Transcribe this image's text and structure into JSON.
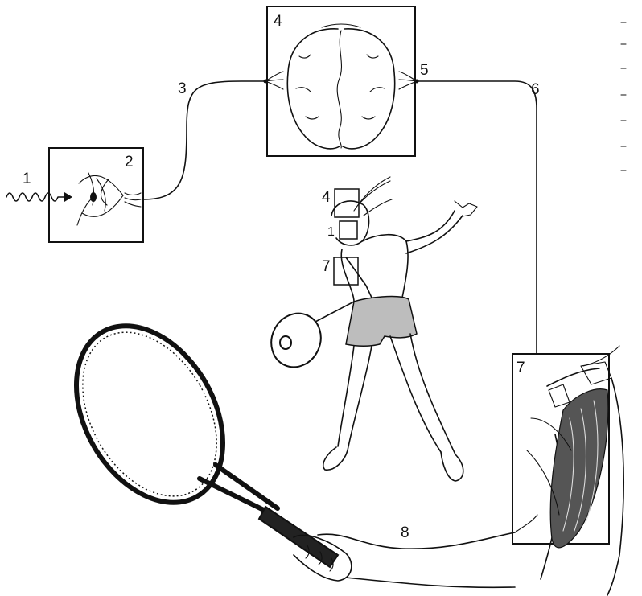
{
  "labels": {
    "stimulus": "1",
    "eye": "2",
    "afferent_nerve": "3",
    "brain": "4",
    "brain_exit": "5",
    "efferent_nerve": "6",
    "muscle": "7",
    "arm_nerve": "8",
    "player_head": "4",
    "player_eye": "1",
    "player_arm": "7"
  },
  "colors": {
    "ink": "#111111",
    "paper": "#ffffff",
    "shade": "#777777"
  }
}
